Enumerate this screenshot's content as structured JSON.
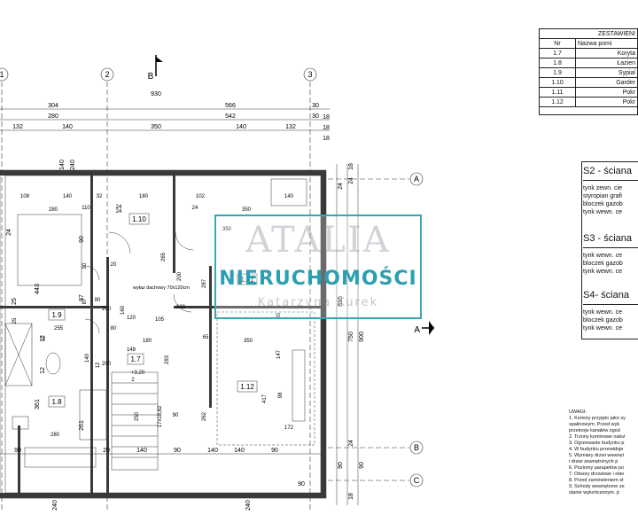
{
  "axes": {
    "col1": "1",
    "col2": "2",
    "col3": "3",
    "rowA": "A",
    "rowB": "B",
    "rowC": "C"
  },
  "section_marks": {
    "top": "B",
    "right": "A"
  },
  "dims_top": {
    "r1": [
      "304",
      "566",
      "930",
      "30",
      "18"
    ],
    "r2": [
      "280",
      "542",
      "30",
      "18"
    ],
    "r3": [
      "132",
      "140",
      "350",
      "140",
      "132",
      "18"
    ]
  },
  "dims_bottom": [
    "90",
    "20",
    "240",
    "90",
    "140",
    "140",
    "90",
    "140",
    "90",
    "240"
  ],
  "dims_right": [
    "18",
    "24",
    "24",
    "816",
    "750",
    "900",
    "24",
    "18",
    "90",
    "90"
  ],
  "dims_left": [
    "140",
    "240",
    "443",
    "87",
    "90",
    "361",
    "261",
    "25",
    "12",
    "12",
    "24"
  ],
  "interior_dims": [
    "108",
    "140",
    "32",
    "180",
    "102",
    "140",
    "280",
    "110",
    "24",
    "24",
    "265",
    "287",
    "350",
    "90",
    "87",
    "12",
    "20",
    "200",
    "160",
    "120",
    "80",
    "200",
    "105",
    "255",
    "25",
    "180",
    "148",
    "12",
    "65",
    "293",
    "35",
    "350",
    "147",
    "417",
    "98",
    "250",
    "262",
    "280",
    "172",
    "17x18,82",
    "90",
    "140",
    "24",
    "90",
    "350",
    "200",
    "200",
    "2"
  ],
  "rooms": {
    "r110": "1.10",
    "r111": "1.11",
    "r19": "1.9",
    "r17": "1.7",
    "r18": "1.8",
    "r112": "1.12"
  },
  "labels": {
    "exit": "wyłaz dachowy 70x120cm",
    "level": "+3,20"
  },
  "table": {
    "title": "ZESTAWIENI",
    "headers": [
      "Nr",
      "Nazwa pomi"
    ],
    "rows": [
      [
        "1.7",
        "Koryta"
      ],
      [
        "1.8",
        "Łazien"
      ],
      [
        "1.9",
        "Sypial"
      ],
      [
        "1.10",
        "Garder"
      ],
      [
        "1.11",
        "Pokr"
      ],
      [
        "1.12",
        "Pokr"
      ]
    ]
  },
  "legend": {
    "s2": {
      "title": "S2 - ściana",
      "lines": [
        "tynk zewn. cie",
        "styropian grafi",
        "bloczek gazob",
        "tynk wewn. ce"
      ]
    },
    "s3": {
      "title": "S3 - ściana",
      "lines": [
        "tynk wewn. ce",
        "bloczek gazob",
        "tynk wewn. ce"
      ]
    },
    "s4": {
      "title": "S4- ściana",
      "lines": [
        "tynk wewn. ce",
        "bloczek gazob",
        "tynk wewn. ce"
      ]
    }
  },
  "notes": {
    "title": "UWAGI:",
    "items": [
      "1. Kominy przyjęto jako sy",
      "   spalinowym. Przed wyk",
      "   przekroje kanałów zgod",
      "2. Trzony kominowe nałoż",
      "3. Ogrzewanie budynku p",
      "4. W budynku przewiduje",
      "5. Wymiary drzwi wewnęt",
      "   i drzwi zewnętrznych p",
      "6. Poziomy parapetów po",
      "7. Otwory drzwiowe i okie",
      "8. Przed zamówieniem st",
      "9. Schody wewnętrzne ze",
      "   stanie wykończonym. p"
    ]
  },
  "watermark": {
    "brand": "ATALIA",
    "name": "NIERUCHOMOŚCI",
    "agent": "Katarzyna Kurek"
  },
  "colors": {
    "accent": "#2c9fb0",
    "wall": "#3a3a3a",
    "line": "#222222"
  }
}
